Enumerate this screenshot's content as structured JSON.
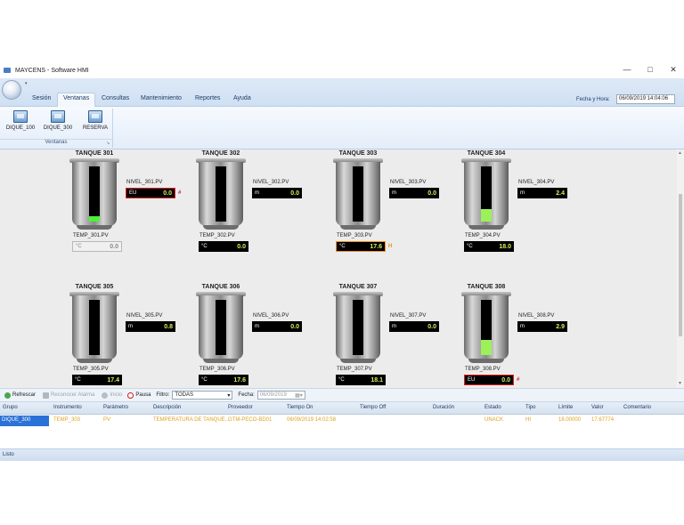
{
  "window": {
    "title": "MAYCENS - Software HMI",
    "minimize": "—",
    "maximize": "□",
    "close": "✕"
  },
  "ribbon": {
    "tabs": [
      "Sesión",
      "Ventanas",
      "Consultas",
      "Mantenimiento",
      "Reportes",
      "Ayuda"
    ],
    "active_tab": "Ventanas",
    "datetime_label": "Fecha y Hora:",
    "datetime_value": "06/09/2019 14:04:06",
    "group_label": "Ventanas",
    "buttons": [
      "DIQUE_100",
      "DIQUE_300",
      "RESERVA"
    ]
  },
  "tanks": [
    {
      "title": "TANQUE 301",
      "level_label": "NIVEL_301.PV",
      "level_unit": "EU",
      "level_value": "0.0",
      "level_fraction": 0.1,
      "level_flag": "#",
      "temp_label": "TEMP_301.PV",
      "temp_unit": "°C",
      "temp_value": "0.0",
      "temp_flag": ""
    },
    {
      "title": "TANQUE 302",
      "level_label": "NIVEL_302.PV",
      "level_unit": "m",
      "level_value": "0.0",
      "level_fraction": 0,
      "level_flag": "",
      "temp_label": "TEMP_302.PV",
      "temp_unit": "°C",
      "temp_value": "0.0",
      "temp_flag": ""
    },
    {
      "title": "TANQUE 303",
      "level_label": "NIVEL_303.PV",
      "level_unit": "m",
      "level_value": "0.0",
      "level_fraction": 0,
      "level_flag": "",
      "temp_label": "TEMP_303.PV",
      "temp_unit": "°C",
      "temp_value": "17.6",
      "temp_flag": "H"
    },
    {
      "title": "TANQUE 304",
      "level_label": "NIVEL_304.PV",
      "level_unit": "m",
      "level_value": "2.4",
      "level_fraction": 0.22,
      "level_flag": "",
      "temp_label": "TEMP_304.PV",
      "temp_unit": "°C",
      "temp_value": "18.0",
      "temp_flag": ""
    },
    {
      "title": "TANQUE 305",
      "level_label": "NIVEL_305.PV",
      "level_unit": "m",
      "level_value": "0.8",
      "level_fraction": 0,
      "level_flag": "",
      "temp_label": "TEMP_305.PV",
      "temp_unit": "°C",
      "temp_value": "17.4",
      "temp_flag": ""
    },
    {
      "title": "TANQUE 306",
      "level_label": "NIVEL_306.PV",
      "level_unit": "m",
      "level_value": "0.0",
      "level_fraction": 0,
      "level_flag": "",
      "temp_label": "TEMP_306.PV",
      "temp_unit": "°C",
      "temp_value": "17.6",
      "temp_flag": ""
    },
    {
      "title": "TANQUE 307",
      "level_label": "NIVEL_307.PV",
      "level_unit": "m",
      "level_value": "0.0",
      "level_fraction": 0,
      "level_flag": "",
      "temp_label": "TEMP_307.PV",
      "temp_unit": "°C",
      "temp_value": "18.1",
      "temp_flag": ""
    },
    {
      "title": "TANQUE 308",
      "level_label": "NIVEL_308.PV",
      "level_unit": "m",
      "level_value": "2.9",
      "level_fraction": 0.28,
      "level_flag": "",
      "temp_label": "TEMP_308.PV",
      "temp_unit": "EU",
      "temp_value": "0.0",
      "temp_flag": "#"
    }
  ],
  "alarm_toolbar": {
    "refresh": "Refrescar",
    "ack": "Reconocer Alarma",
    "start": "Inicio",
    "pause": "Pausa",
    "filter_label": "Filtro:",
    "filter_value": "TODAS",
    "date_label": "Fecha:",
    "date_value": "06/09/2019"
  },
  "alarm_grid": {
    "columns": [
      "Grupo",
      "Instrumento",
      "Parámetro",
      "Descripción",
      "Proveedor",
      "Tiempo On",
      "Tiempo Off",
      "Duración",
      "Estado",
      "Tipo",
      "Límite",
      "Valor",
      "Comentario"
    ],
    "rows": [
      [
        "DIQUE_300",
        "TEMP_303",
        "PV",
        "TEMPERATURA DE TANQUE...",
        "GTM-PECO-BD01",
        "06/09/2019 14:02:58",
        "",
        "",
        "UNACK",
        "HI",
        "16.00000",
        "17.67774",
        ""
      ]
    ]
  },
  "status": "Listo",
  "colors": {
    "level_green": "#4ef03a",
    "alarm_red": "#e02020",
    "alarm_orange": "#f09020",
    "selection_blue": "#2a72d8"
  }
}
